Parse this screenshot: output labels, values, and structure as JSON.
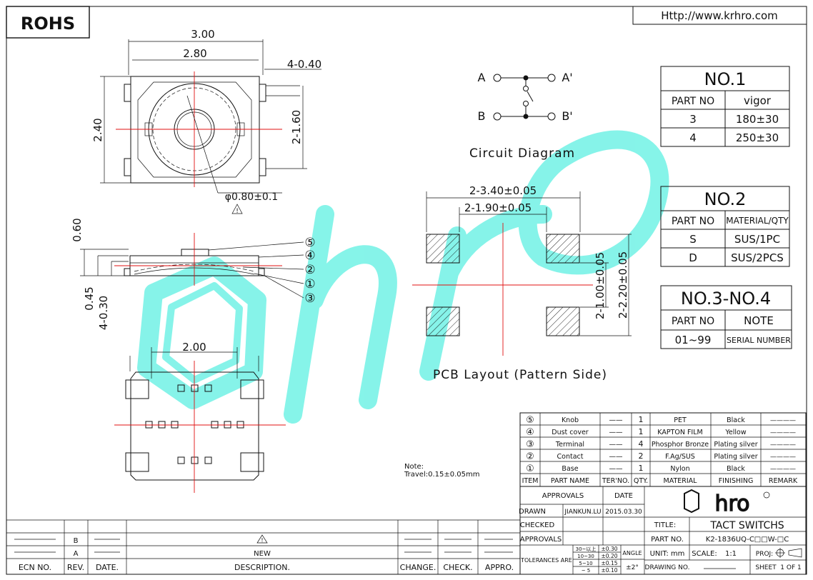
{
  "header": {
    "brand": "ROHS",
    "url": "Http://www.krhro.com"
  },
  "top_view": {
    "dim_width_outer": "3.00",
    "dim_width_inner": "2.80",
    "dim_height": "2.40",
    "dim_pin_width": "4-0.40",
    "dim_pin_pitch": "2-1.60",
    "dim_knob_dia": "φ0.80±0.1",
    "warning_symbol": "△!"
  },
  "side_view": {
    "dim_total_height": "0.60",
    "dim_body_height": "0.45",
    "dim_terminal": "4-0.30",
    "callouts": [
      "⑤",
      "④",
      "②",
      "①",
      "③"
    ]
  },
  "bottom_view": {
    "dim_width": "2.00"
  },
  "circuit": {
    "title": "Circuit Diagram",
    "label_a": "A",
    "label_a2": "A'",
    "label_b": "B",
    "label_b2": "B'"
  },
  "pcb": {
    "title": "PCB Layout (Pattern Side)",
    "dim_outer_w": "2-3.40±0.05",
    "dim_inner_w": "2-1.90±0.05",
    "dim_inner_h": "2-1.00±0.05",
    "dim_outer_h": "2-2.20±0.05"
  },
  "table_no1": {
    "title": "NO.1",
    "head": [
      "PART  NO",
      "vigor"
    ],
    "rows": [
      [
        "3",
        "180±30"
      ],
      [
        "4",
        "250±30"
      ]
    ]
  },
  "table_no2": {
    "title": "NO.2",
    "head": [
      "PART  NO",
      "MATERIAL/QTY"
    ],
    "rows": [
      [
        "S",
        "SUS/1PC"
      ],
      [
        "D",
        "SUS/2PCS"
      ]
    ]
  },
  "table_no34": {
    "title": "NO.3-NO.4",
    "head": [
      "PART  NO",
      "NOTE"
    ],
    "rows": [
      [
        "01~99",
        "SERIAL  NUMBER"
      ]
    ]
  },
  "note": {
    "line1": "Note:",
    "line2": "Travel:0.15±0.05mm"
  },
  "bom": {
    "rows": [
      [
        "⑤",
        "Knob",
        "——",
        "1",
        "PET",
        "Black",
        "————"
      ],
      [
        "④",
        "Dust  cover",
        "——",
        "1",
        "KAPTON  FILM",
        "Yellow",
        "————"
      ],
      [
        "③",
        "Terminal",
        "——",
        "4",
        "Phosphor Bronze",
        "Plating silver",
        "————"
      ],
      [
        "②",
        "Contact",
        "——",
        "2",
        "F.Ag/SUS",
        "Plating silver",
        "————"
      ],
      [
        "①",
        "Base",
        "——",
        "1",
        "Nylon",
        "Black",
        "————"
      ]
    ],
    "head": [
      "ITEM",
      "PART NAME",
      "TER'NO.",
      "QTY.",
      "MATERIAL",
      "FINISHING",
      "REMARK"
    ]
  },
  "title_block": {
    "approvals_label": "APPROVALS",
    "date_label": "DATE",
    "drawn_label": "DRAWN",
    "drawn_by": "JIANKUN.LU",
    "drawn_date": "2015.03.30",
    "checked_label": "CHECKED",
    "approvals2_label": "APPROVALS",
    "tolerances_label": "TOLERANCES ARE",
    "tol_ranges": [
      "30~以上",
      "10~30",
      "5~10",
      "~ 5"
    ],
    "tol_values": [
      "±0.30",
      "±0.20",
      "±0.15",
      "±0.10"
    ],
    "angle_label": "ANGLE",
    "angle_value": "±2°",
    "logo_text": "hro",
    "title_label": "TITLE:",
    "title_value": "TACT  SWITCHS",
    "part_no_label": "PART  NO.",
    "part_no_value": "K2-1836UQ-C□□W-□C",
    "unit_label": "UNIT:  mm",
    "scale_label": "SCALE:",
    "scale_value": "1:1",
    "proj_label": "PROJ:",
    "drawing_no_label": "DRAWING NO.",
    "sheet_label": "SHEET",
    "sheet_value": "1  OF  1"
  },
  "revision": {
    "rows": [
      [
        "",
        "B",
        "",
        "△!",
        "",
        "",
        ""
      ],
      [
        "",
        "A",
        "",
        "NEW",
        "",
        "",
        ""
      ]
    ],
    "head": [
      "ECN NO.",
      "REV.",
      "DATE.",
      "DESCRIPTION.",
      "CHANGE.",
      "CHECK.",
      "APPRO."
    ]
  },
  "watermark": {
    "color": "#5ef0e2",
    "text": "hro"
  }
}
